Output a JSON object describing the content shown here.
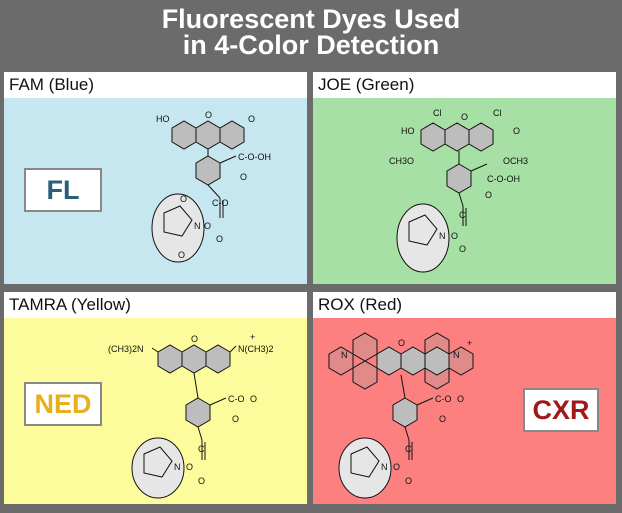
{
  "title": {
    "line1": "Fluorescent Dyes Used",
    "line2": "in 4-Color Detection"
  },
  "colors": {
    "frame": "#6b6b6b",
    "fam_bg": "#c6e6f0",
    "joe_bg": "#a6e0a4",
    "tamra_bg": "#fcfc9c",
    "rox_bg": "#fc8080",
    "fl_text": "#2a5f7a",
    "ned_text": "#e6b01c",
    "cxr_text": "#a01818"
  },
  "panels": {
    "fam": {
      "label": "FAM (Blue)",
      "badge": "FL",
      "atoms": {
        "oh": "HO",
        "o_ring": "O",
        "o_keto": "O",
        "cooh": "C-O-OH",
        "dbl_o": "O",
        "ester": "C-O",
        "n": "N",
        "o_link": "O",
        "dbl_o2": "O",
        "o1": "O",
        "o2": "O"
      }
    },
    "joe": {
      "label": "JOE (Green)",
      "badge": "",
      "atoms": {
        "oh": "HO",
        "cl1": "Cl",
        "cl2": "Cl",
        "o_ring": "O",
        "o_keto": "O",
        "och3_l": "CH3O",
        "och3_r": "OCH3",
        "cooh": "C-O-OH",
        "dbl_o": "O",
        "n": "N",
        "o_link": "O",
        "ester": "C",
        "dbl_o2": "O"
      }
    },
    "tamra": {
      "label": "TAMRA (Yellow)",
      "badge": "NED",
      "atoms": {
        "nme2_l": "(CH3)2N",
        "nme2_r": "N(CH3)2",
        "plus": "+",
        "o_ring": "O",
        "coo": "C-O",
        "o_minus": "O",
        "dbl_o": "O",
        "n": "N",
        "o_link": "O",
        "ester": "C",
        "dbl_o2": "O"
      }
    },
    "rox": {
      "label": "ROX (Red)",
      "badge": "CXR",
      "atoms": {
        "n_l": "N",
        "n_r": "N",
        "plus": "+",
        "o_ring": "O",
        "coo": "C-O",
        "o_minus": "O",
        "dbl_o": "O",
        "n": "N",
        "o_link": "O",
        "ester": "C",
        "dbl_o2": "O"
      }
    }
  }
}
